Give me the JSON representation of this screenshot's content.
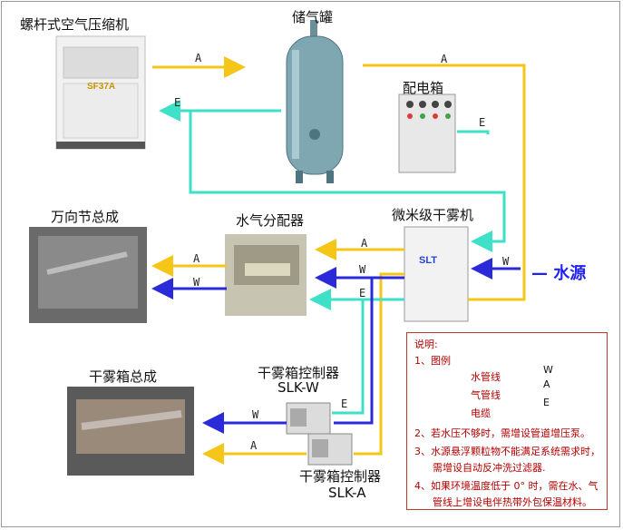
{
  "title_compressor": "螺杆式空气压缩机",
  "title_tank": "储气罐",
  "title_panel": "配电箱",
  "title_joint": "万向节总成",
  "title_distributor": "水气分配器",
  "title_fogger": "微米级干雾机",
  "title_source": "— 水源",
  "title_box": "干雾箱总成",
  "title_ctrl_w": "干雾箱控制器",
  "title_ctrl_w_code": "SLK-W",
  "title_ctrl_a": "干雾箱控制器",
  "title_ctrl_a_code": "SLK-A",
  "compressor_text": "SF37A",
  "fogger_brand": "SLT",
  "line_tags": {
    "a1": "A",
    "a2": "A",
    "e1": "E",
    "e2": "E",
    "a3": "A",
    "w1": "W",
    "e3": "E",
    "a4": "A",
    "w2": "W",
    "w3": "W",
    "e4": "E",
    "w4": "W",
    "a5": "A"
  },
  "legend": {
    "header": "说明:",
    "item1": "1、图例",
    "water": "水管线",
    "air": "气管线",
    "elec": "电缆",
    "w": "W",
    "a": "A",
    "e": "E",
    "note2": "2、若水压不够时，需增设管道增压泵。",
    "note3a": "3、水源悬浮颗粒物不能满足系统需求时，",
    "note3b": "需增设自动反冲洗过滤器.",
    "note4a": "4、如果环境温度低于 0° 时，需在水、气",
    "note4b": "管线上增设电伴热带外包保温材料。"
  },
  "colors": {
    "air": "#f5c518",
    "water": "#2a2ad8",
    "elec": "#3fe0c8",
    "legend_text": "#b00000"
  }
}
